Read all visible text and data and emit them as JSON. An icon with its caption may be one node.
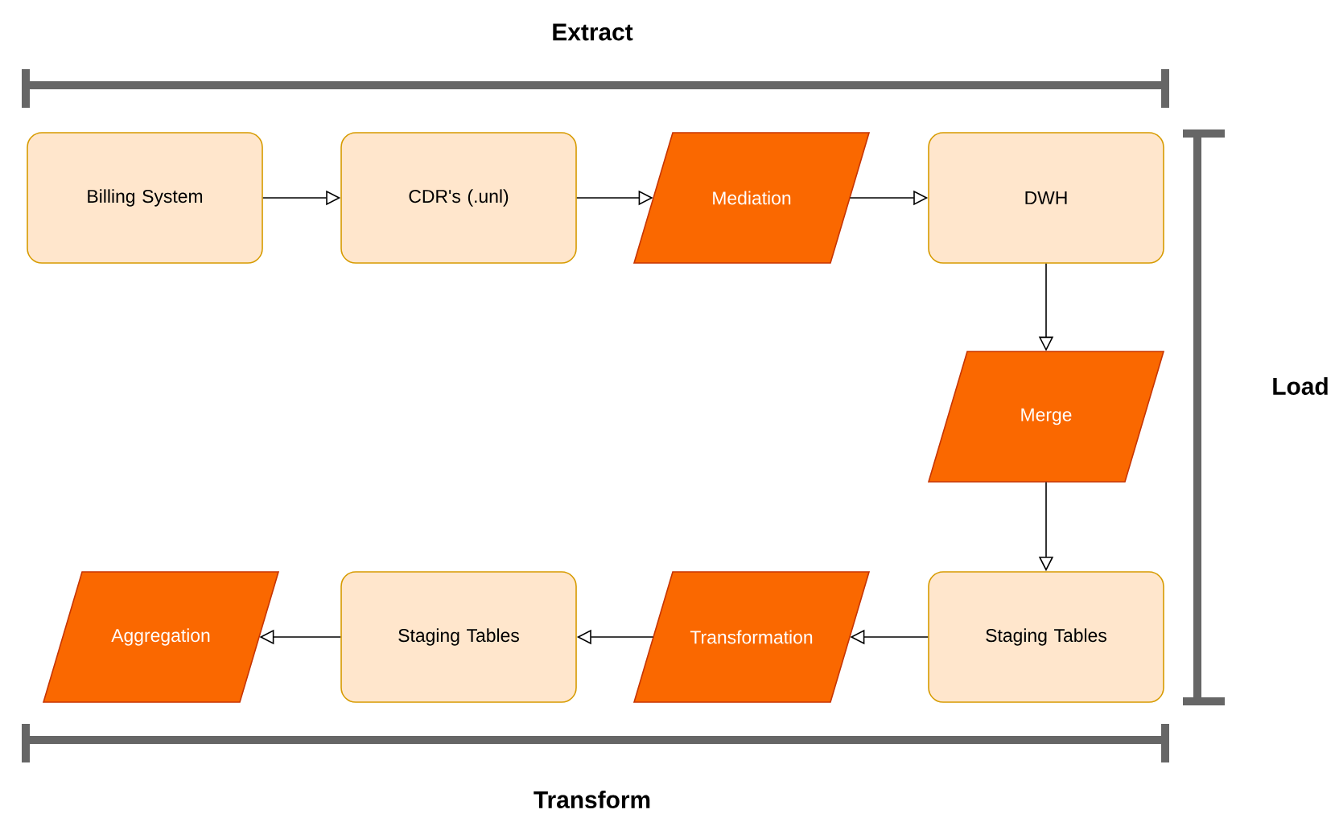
{
  "diagram": {
    "nodes": [
      {
        "text": [
          "Billing System"
        ]
      },
      {
        "text": [
          "CDR's (.unl)"
        ]
      },
      {
        "text": [
          "Mediation"
        ]
      },
      {
        "text": [
          "DWH"
        ]
      },
      {
        "text": [
          "Merge"
        ]
      },
      {
        "text": [
          "Staging Tables"
        ]
      },
      {
        "text": [
          "Transformation"
        ]
      },
      {
        "text": [
          "Staging Tables"
        ]
      },
      {
        "text": [
          "Aggregation"
        ]
      }
    ],
    "edges": [
      {
        "from": 0,
        "to": 1,
        "arrow": "to"
      },
      {
        "from": 1,
        "to": 2,
        "arrow": "to"
      },
      {
        "from": 2,
        "to": 3,
        "arrow": "to"
      },
      {
        "from": 3,
        "to": 4,
        "arrow": "to"
      },
      {
        "from": 4,
        "to": 5,
        "arrow": "to"
      },
      {
        "from": 5,
        "to": 6,
        "arrow": "to"
      },
      {
        "from": 6,
        "to": 7,
        "arrow": "to"
      },
      {
        "from": 7,
        "to": 8,
        "arrow": "to"
      }
    ],
    "labels": [
      "Extract",
      "Load",
      "Transform"
    ]
  }
}
